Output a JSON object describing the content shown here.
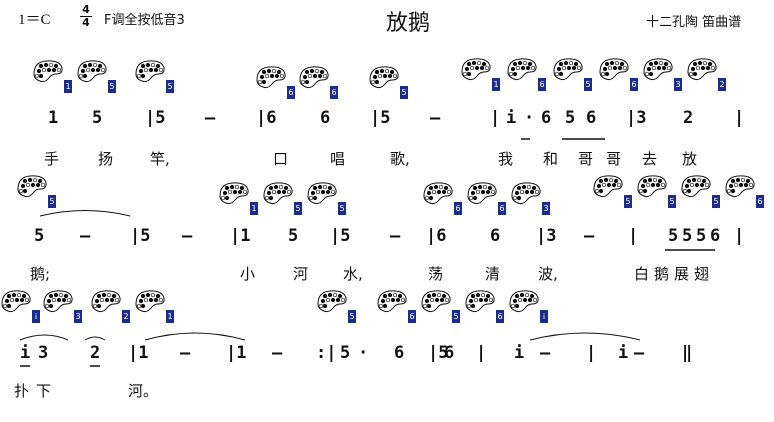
{
  "header": {
    "key": "1＝C",
    "time_top": "4",
    "time_bottom": "4",
    "note": "F调全按低音3",
    "title": "放鹅",
    "subtitle": "十二孔陶 笛曲谱"
  },
  "line1": {
    "fingerings": [
      "1",
      "5",
      "5",
      "6",
      "6",
      "5",
      "1",
      "6",
      "5",
      "6",
      "3",
      "2"
    ],
    "notes": [
      "1",
      "5",
      "|5",
      "—",
      "|6",
      "6",
      "|5",
      "—",
      "|",
      "i",
      "·",
      "6",
      "5",
      "6",
      "|3",
      "2",
      "|"
    ],
    "lyrics": [
      "手",
      "扬",
      "竿,",
      "口",
      "唱",
      "歌,",
      "我",
      "和",
      "哥",
      "哥",
      "去",
      "放"
    ]
  },
  "line2": {
    "fingerings": [
      "5",
      "1",
      "5",
      "5",
      "6",
      "6",
      "3",
      "5",
      "5",
      "5",
      "6"
    ],
    "notes": [
      "5",
      "—",
      "|5",
      "—",
      "|1",
      "5",
      "|5",
      "—",
      "|6",
      "6",
      "|3",
      "—",
      "|",
      "5",
      "5",
      "5",
      "6",
      "|"
    ],
    "lyrics": [
      "鹅;",
      "小",
      "河",
      "水,",
      "荡",
      "清",
      "波,",
      "白",
      "鹅",
      "展",
      "翅"
    ]
  },
  "line3": {
    "fingerings": [
      "i",
      "3",
      "2",
      "1",
      "5",
      "6",
      "5",
      "6",
      "i"
    ],
    "notes": [
      "i",
      "3",
      "2",
      "|1",
      "—",
      "|1",
      "—",
      ":|",
      "5",
      "·",
      "6",
      "|5",
      "6",
      "|",
      "i",
      "—",
      "|",
      "i",
      "—",
      "‖"
    ],
    "lyrics": [
      "扑",
      "下",
      "河。"
    ]
  }
}
